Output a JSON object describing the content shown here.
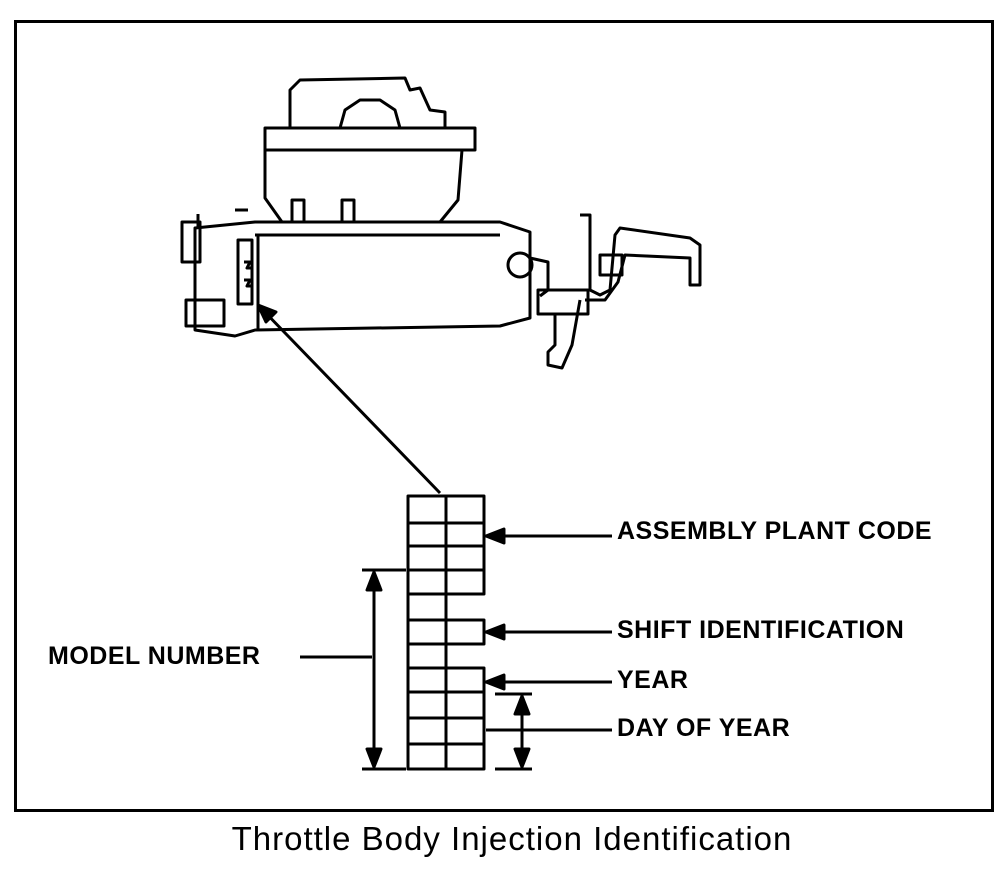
{
  "labels": {
    "assembly_plant_code": "ASSEMBLY PLANT CODE",
    "shift_identification": "SHIFT IDENTIFICATION",
    "year": "YEAR",
    "day_of_year": "DAY OF YEAR",
    "model_number": "MODEL NUMBER"
  },
  "caption": "Throttle Body Injection Identification"
}
